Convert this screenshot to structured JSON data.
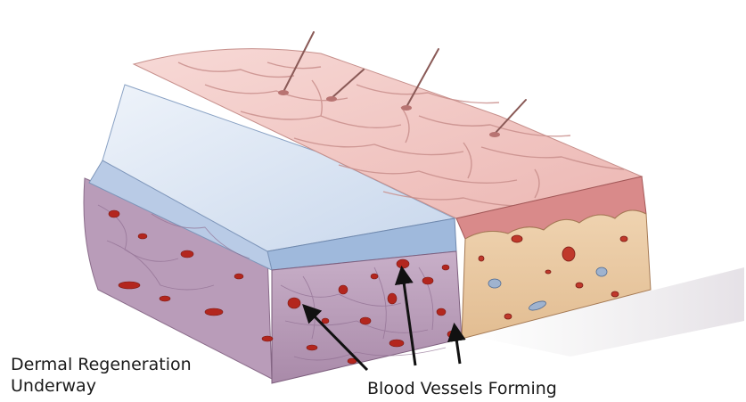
{
  "labels": {
    "dermal_line1": "Dermal Regeneration",
    "dermal_line2": "Underway",
    "blood_vessels": "Blood Vessels Forming"
  },
  "colors": {
    "skin_top": "#f2c6c2",
    "skin_scale_line": "#c98f8c",
    "epidermis_side": "#d98a8a",
    "dermis_side": "#e9c9a2",
    "silicone_top": "#d6e2f1",
    "silicone_side": "#9db6d8",
    "regen_tissue": "#b79ab8",
    "vessel": "#b3261e",
    "arrow": "#111111"
  }
}
